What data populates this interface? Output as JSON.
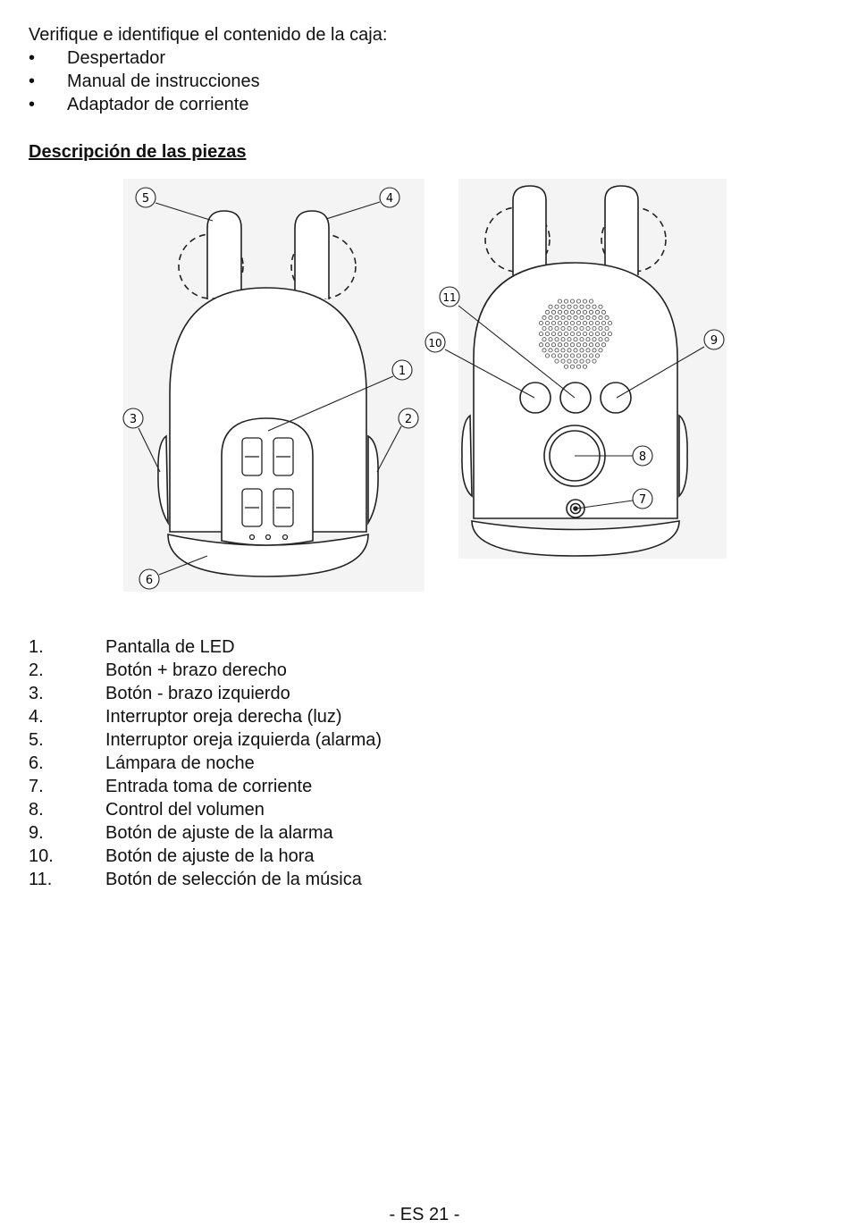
{
  "intro": {
    "text": "Verifique e identifique el contenido de la caja:",
    "bullet": "•",
    "items": [
      "Despertador",
      "Manual de instrucciones",
      "Adaptador de corriente"
    ]
  },
  "section_title": "Descripción de las piezas",
  "figure": {
    "callouts": [
      "1",
      "2",
      "3",
      "4",
      "5",
      "6",
      "7",
      "8",
      "9",
      "10",
      "11"
    ]
  },
  "parts": [
    {
      "num": "1.",
      "label": "Pantalla de LED"
    },
    {
      "num": "2.",
      "label": "Botón + brazo derecho"
    },
    {
      "num": "3.",
      "label": "Botón - brazo izquierdo"
    },
    {
      "num": "4.",
      "label": "Interruptor oreja derecha (luz)"
    },
    {
      "num": "5.",
      "label": "Interruptor oreja izquierda (alarma)"
    },
    {
      "num": "6.",
      "label": "Lámpara de noche"
    },
    {
      "num": "7.",
      "label": "Entrada toma de corriente"
    },
    {
      "num": "8.",
      "label": "Control del volumen"
    },
    {
      "num": "9.",
      "label": "Botón de ajuste de la alarma"
    },
    {
      "num": "10.",
      "label": "Botón de ajuste de la hora"
    },
    {
      "num": "11.",
      "label": "Botón de selección de la música"
    }
  ],
  "footer": "- ES 21 -"
}
